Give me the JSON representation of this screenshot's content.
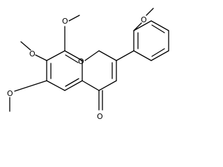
{
  "molecule": {
    "atom_labels": {
      "o_top_methoxy_left": "O",
      "o_top_methoxy_right": "O",
      "o_mid_methoxy": "O",
      "o_ring": "O",
      "o_low_methoxy": "O",
      "o_carbonyl": "O"
    }
  }
}
